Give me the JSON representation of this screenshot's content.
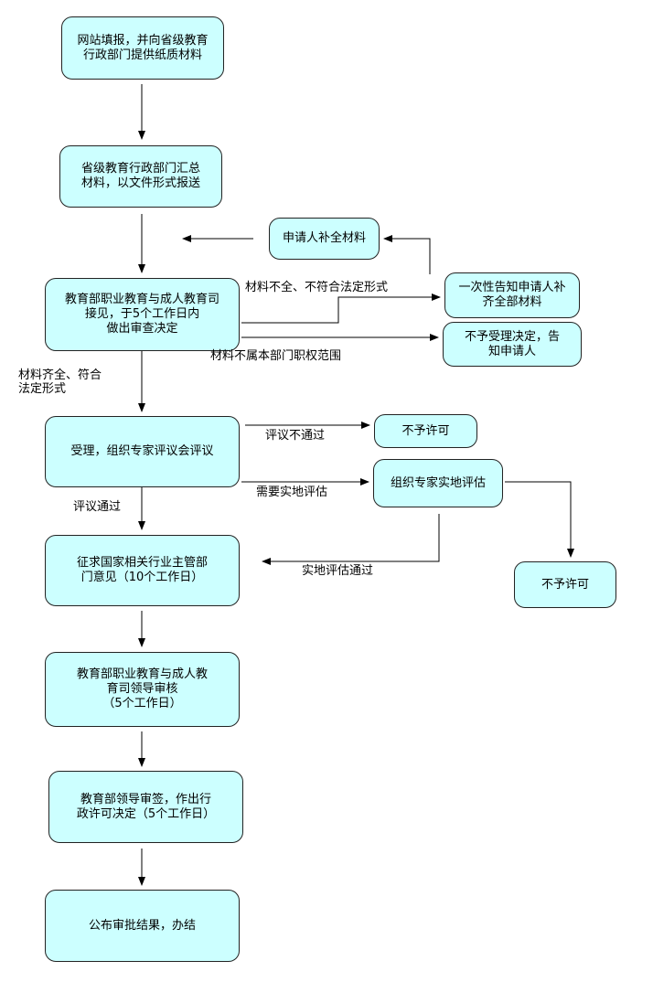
{
  "nodes": {
    "n1": "网站填报，并向省级教育\n行政部门提供纸质材料",
    "n2": "省级教育行政部门汇总\n材料，以文件形式报送",
    "n3": "教育部职业教育与成人教育司\n接见，于5个工作日内\n做出审查决定",
    "supplement": "申请人补全材料",
    "notify_once": "一次性告知申请人补\n齐全部材料",
    "reject_accept": "不予受理决定，告\n知申请人",
    "n4": "受理，组织专家评议会评议",
    "deny1": "不予许可",
    "field_eval": "组织专家实地评估",
    "deny2": "不予许可",
    "n5": "征求国家相关行业主管部\n门意见（10个工作日）",
    "n6": "教育部职业教育与成人教\n育司领导审核\n（5个工作日）",
    "n7": "教育部领导审签，作出行\n政许可决定（5个工作日）",
    "n8": "公布审批结果，办结"
  },
  "edge_labels": {
    "incomplete": "材料不全、不符合法定形式",
    "out_of_scope": "材料不属本部门职权范围",
    "complete": "材料齐全、符合\n法定形式",
    "review_fail": "评议不通过",
    "need_field": "需要实地评估",
    "review_pass": "评议通过",
    "field_pass": "实地评估通过"
  }
}
